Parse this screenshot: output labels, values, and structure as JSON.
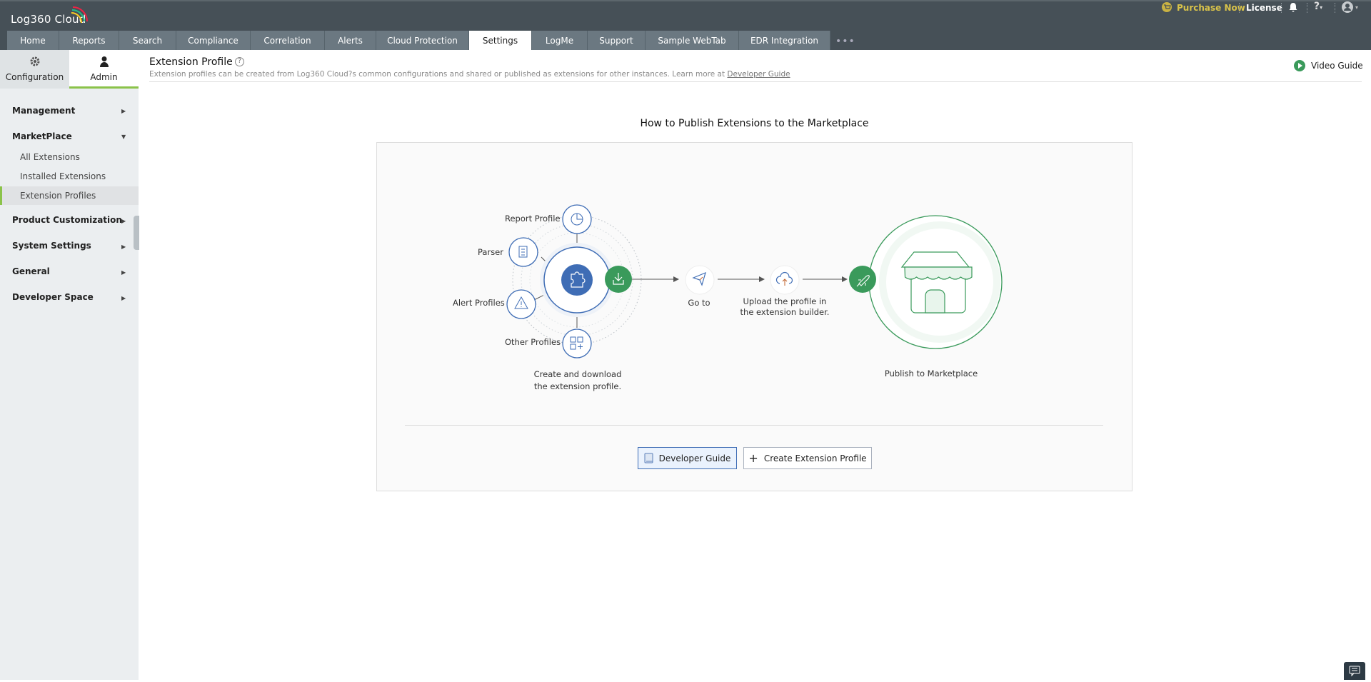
{
  "app": {
    "logo": "Log360 Cloud"
  },
  "topright": {
    "purchase": "Purchase Now",
    "license": "License",
    "help": "?"
  },
  "tabs": [
    "Home",
    "Reports",
    "Search",
    "Compliance",
    "Correlation",
    "Alerts",
    "Cloud Protection",
    "Settings",
    "LogMe",
    "Support",
    "Sample WebTab",
    "EDR Integration"
  ],
  "active_tab": "Settings",
  "more": "•••",
  "sidebar": {
    "config": "Configuration",
    "admin": "Admin",
    "items": [
      "Management",
      "MarketPlace",
      "Product Customization",
      "System Settings",
      "General",
      "Developer Space"
    ],
    "marketplace_sub": [
      "All Extensions",
      "Installed Extensions",
      "Extension Profiles"
    ]
  },
  "page": {
    "title": "Extension Profile",
    "desc": "Extension profiles can be created from Log360 Cloud?s common configurations and shared or published as extensions for other instances. Learn more at ",
    "desc_link": "Developer Guide",
    "video_guide": "Video Guide",
    "heading": "How to Publish Extensions to the Marketplace"
  },
  "diagram": {
    "report_profile": "Report Profile",
    "parser": "Parser",
    "alert_profiles": "Alert Profiles",
    "other_profiles": "Other Profiles",
    "step1_l1": "Create and download",
    "step1_l2": "the extension profile.",
    "goto": "Go to",
    "upload_l1": "Upload the profile in",
    "upload_l2": "the extension builder.",
    "publish": "Publish to Marketplace"
  },
  "buttons": {
    "developer_guide": "Developer Guide",
    "create": "Create Extension Profile"
  },
  "colors": {
    "topbar": "#465057",
    "tab": "#6b7881",
    "accent_green": "#3a9a5b",
    "blue": "#3f6db5",
    "purchase": "#d8c24a"
  }
}
